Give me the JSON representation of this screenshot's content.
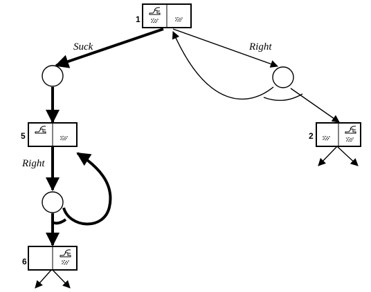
{
  "states": [
    {
      "id": "state-1",
      "label": "1"
    },
    {
      "id": "state-5",
      "label": "5"
    },
    {
      "id": "state-2",
      "label": "2"
    },
    {
      "id": "state-6",
      "label": "6"
    }
  ],
  "actions": {
    "suck": "Suck",
    "right_top": "Right",
    "right_left": "Right"
  },
  "icons": {
    "vacuum": "vacuum-cleaner-icon",
    "dirt": "dirt-icon"
  }
}
